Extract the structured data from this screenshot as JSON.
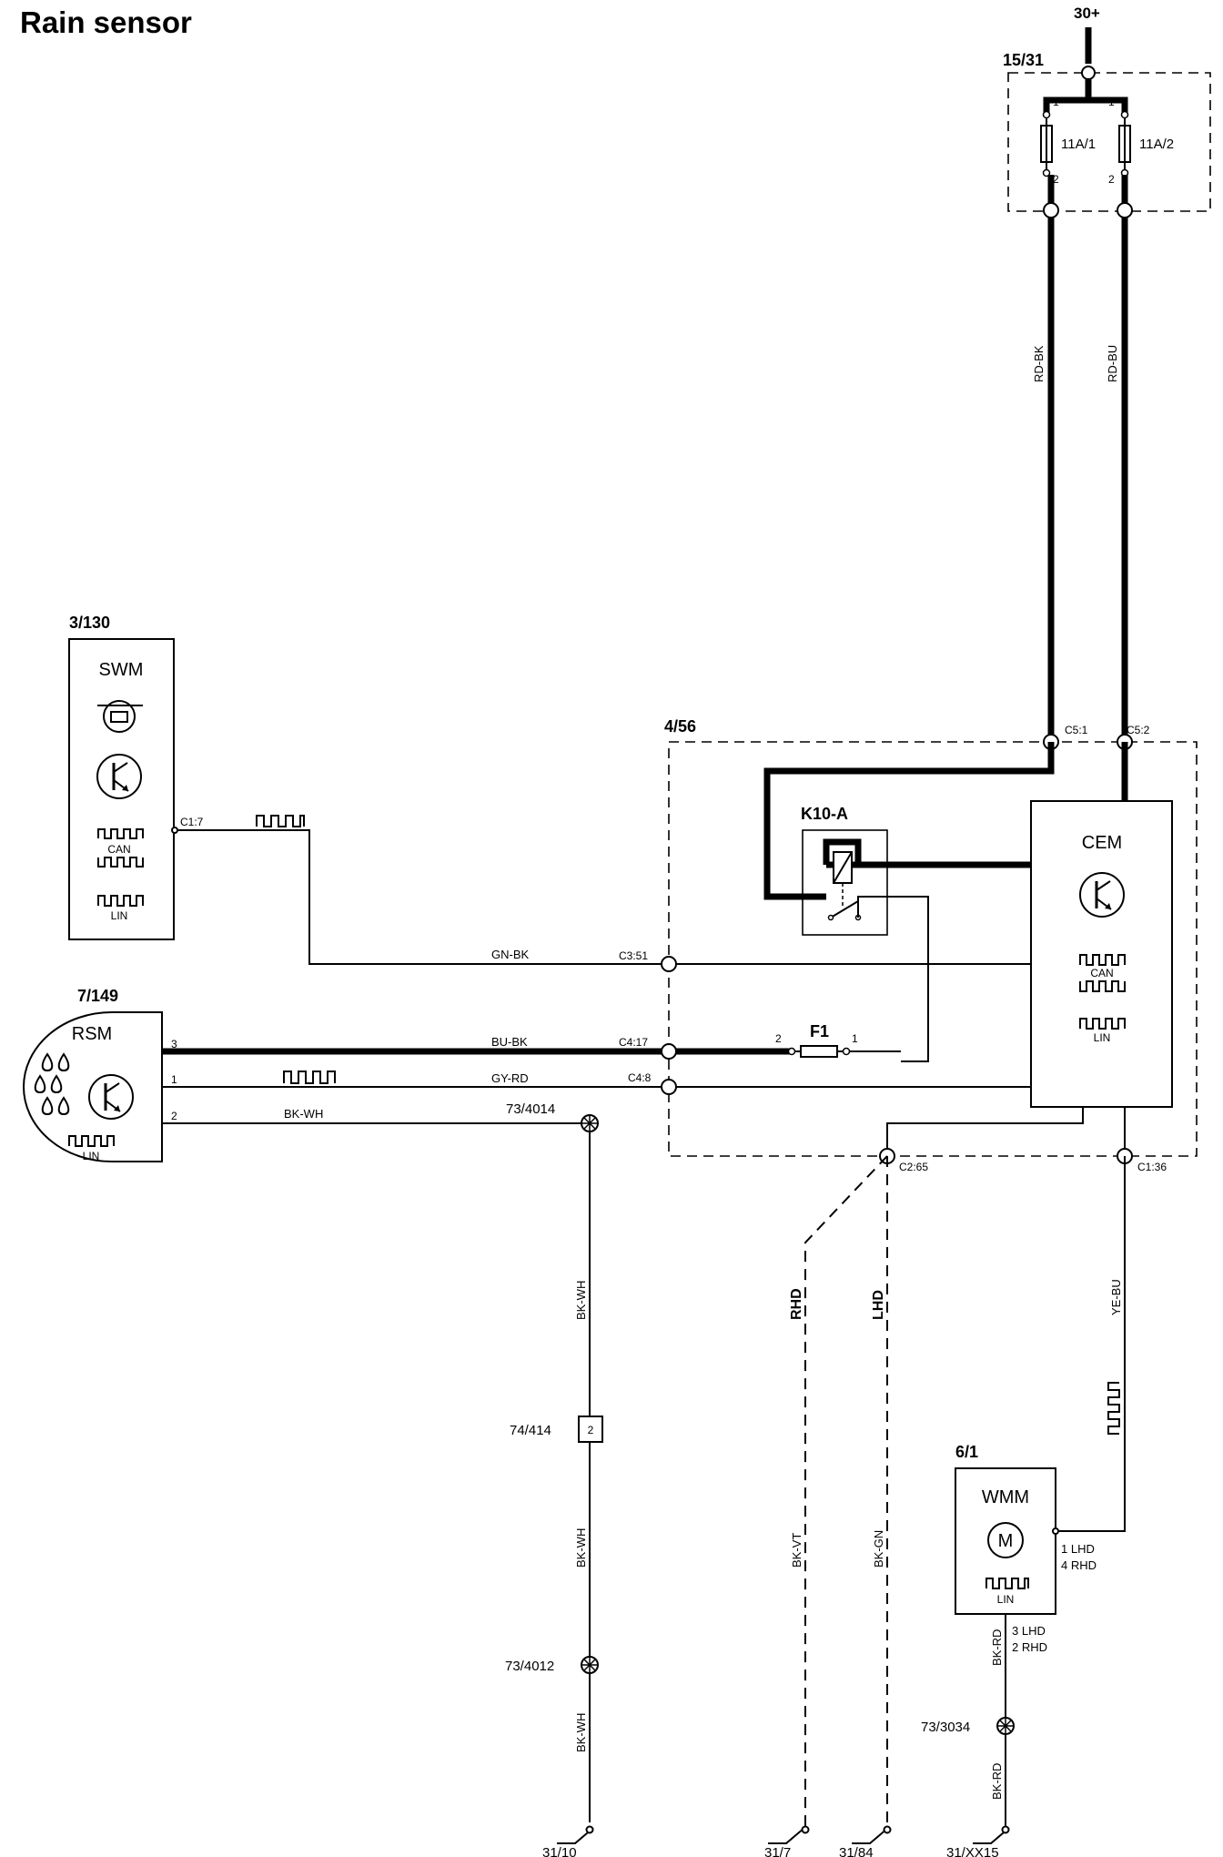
{
  "title": "Rain sensor",
  "supply": {
    "label": "30+"
  },
  "fuse_box": {
    "code": "15/31",
    "fuses": [
      {
        "name": "11A/1",
        "pin_top": "1",
        "pin_bottom": "2"
      },
      {
        "name": "11A/2",
        "pin_top": "1",
        "pin_bottom": "2"
      }
    ]
  },
  "modules": {
    "swm": {
      "code": "3/130",
      "name": "SWM",
      "bus_can": "CAN",
      "bus_lin": "LIN",
      "connector": "C1:7"
    },
    "rsm": {
      "code": "7/149",
      "name": "RSM",
      "bus_lin": "LIN",
      "pins": [
        "3",
        "1",
        "2"
      ]
    },
    "cem": {
      "code": "4/56",
      "name": "CEM",
      "bus_can": "CAN",
      "bus_lin": "LIN"
    },
    "relay": {
      "name": "K10-A"
    },
    "fuse_f1": {
      "name": "F1",
      "pin_left": "2",
      "pin_right": "1"
    },
    "wmm": {
      "code": "6/1",
      "name": "WMM",
      "bus_lin": "LIN",
      "pin_top_1": "1 LHD",
      "pin_top_2": "4 RHD",
      "pin_bottom_1": "3 LHD",
      "pin_bottom_2": "2 RHD"
    }
  },
  "connectors": {
    "c5_1": "C5:1",
    "c5_2": "C5:2",
    "c3_51": "C3:51",
    "c4_17": "C4:17",
    "c4_8": "C4:8",
    "c2_65": "C2:65",
    "c1_36": "C1:36"
  },
  "wire_colors": {
    "rd_bk": "RD-BK",
    "rd_bu": "RD-BU",
    "gn_bk": "GN-BK",
    "bu_bk": "BU-BK",
    "gy_rd": "GY-RD",
    "bk_wh": "BK-WH",
    "bk_vt": "BK-VT",
    "bk_gn": "BK-GN",
    "ye_bu": "YE-BU",
    "bk_rd": "BK-RD"
  },
  "variants": {
    "rhd": "RHD",
    "lhd": "LHD"
  },
  "splices": {
    "s73_4014": "73/4014",
    "s74_414": "74/414",
    "s74_414_pin": "2",
    "s73_4012": "73/4012",
    "s73_3034": "73/3034"
  },
  "grounds": [
    "31/10",
    "31/7",
    "31/84",
    "31/XX15"
  ]
}
